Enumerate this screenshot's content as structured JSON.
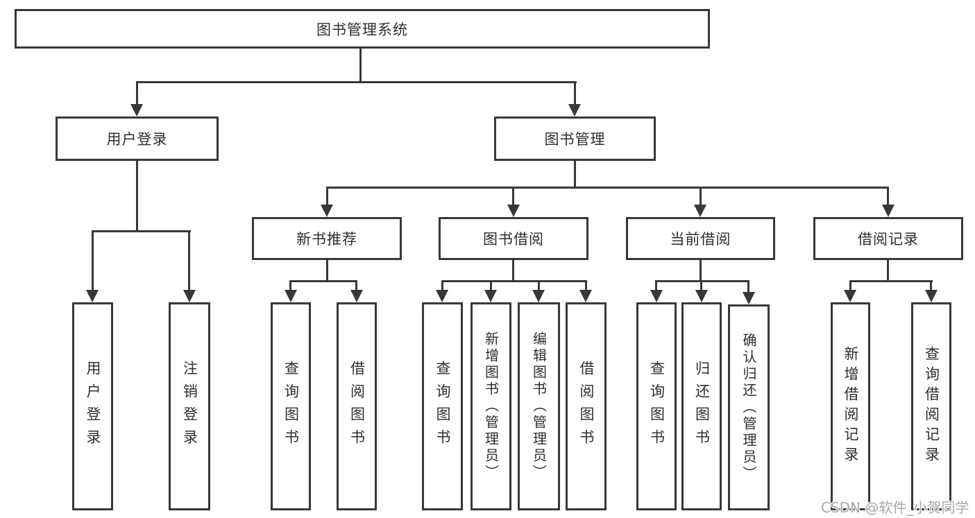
{
  "colors": {
    "line": "#383838",
    "text": "#2e2e2e",
    "watermark": "#a8a8a8",
    "background": "#ffffff"
  },
  "watermark": {
    "text": "CSDN @软件_小贺同学"
  },
  "tree": {
    "root": {
      "label": "图书管理系统"
    },
    "children": [
      {
        "label": "用户登录",
        "children": [
          {
            "label": "用户登录"
          },
          {
            "label": "注销登录"
          }
        ]
      },
      {
        "label": "图书管理",
        "children": [
          {
            "label": "新书推荐",
            "children": [
              {
                "label": "查询图书"
              },
              {
                "label": "借阅图书"
              }
            ]
          },
          {
            "label": "图书借阅",
            "children": [
              {
                "label": "查询图书"
              },
              {
                "label": "新增图书（管理员）"
              },
              {
                "label": "编辑图书（管理员）"
              },
              {
                "label": "借阅图书"
              }
            ]
          },
          {
            "label": "当前借阅",
            "children": [
              {
                "label": "查询图书"
              },
              {
                "label": "归还图书"
              },
              {
                "label": "确认归还（管理员）"
              }
            ]
          },
          {
            "label": "借阅记录",
            "children": [
              {
                "label": "新增借阅记录"
              },
              {
                "label": "查询借阅记录"
              }
            ]
          }
        ]
      }
    ]
  }
}
